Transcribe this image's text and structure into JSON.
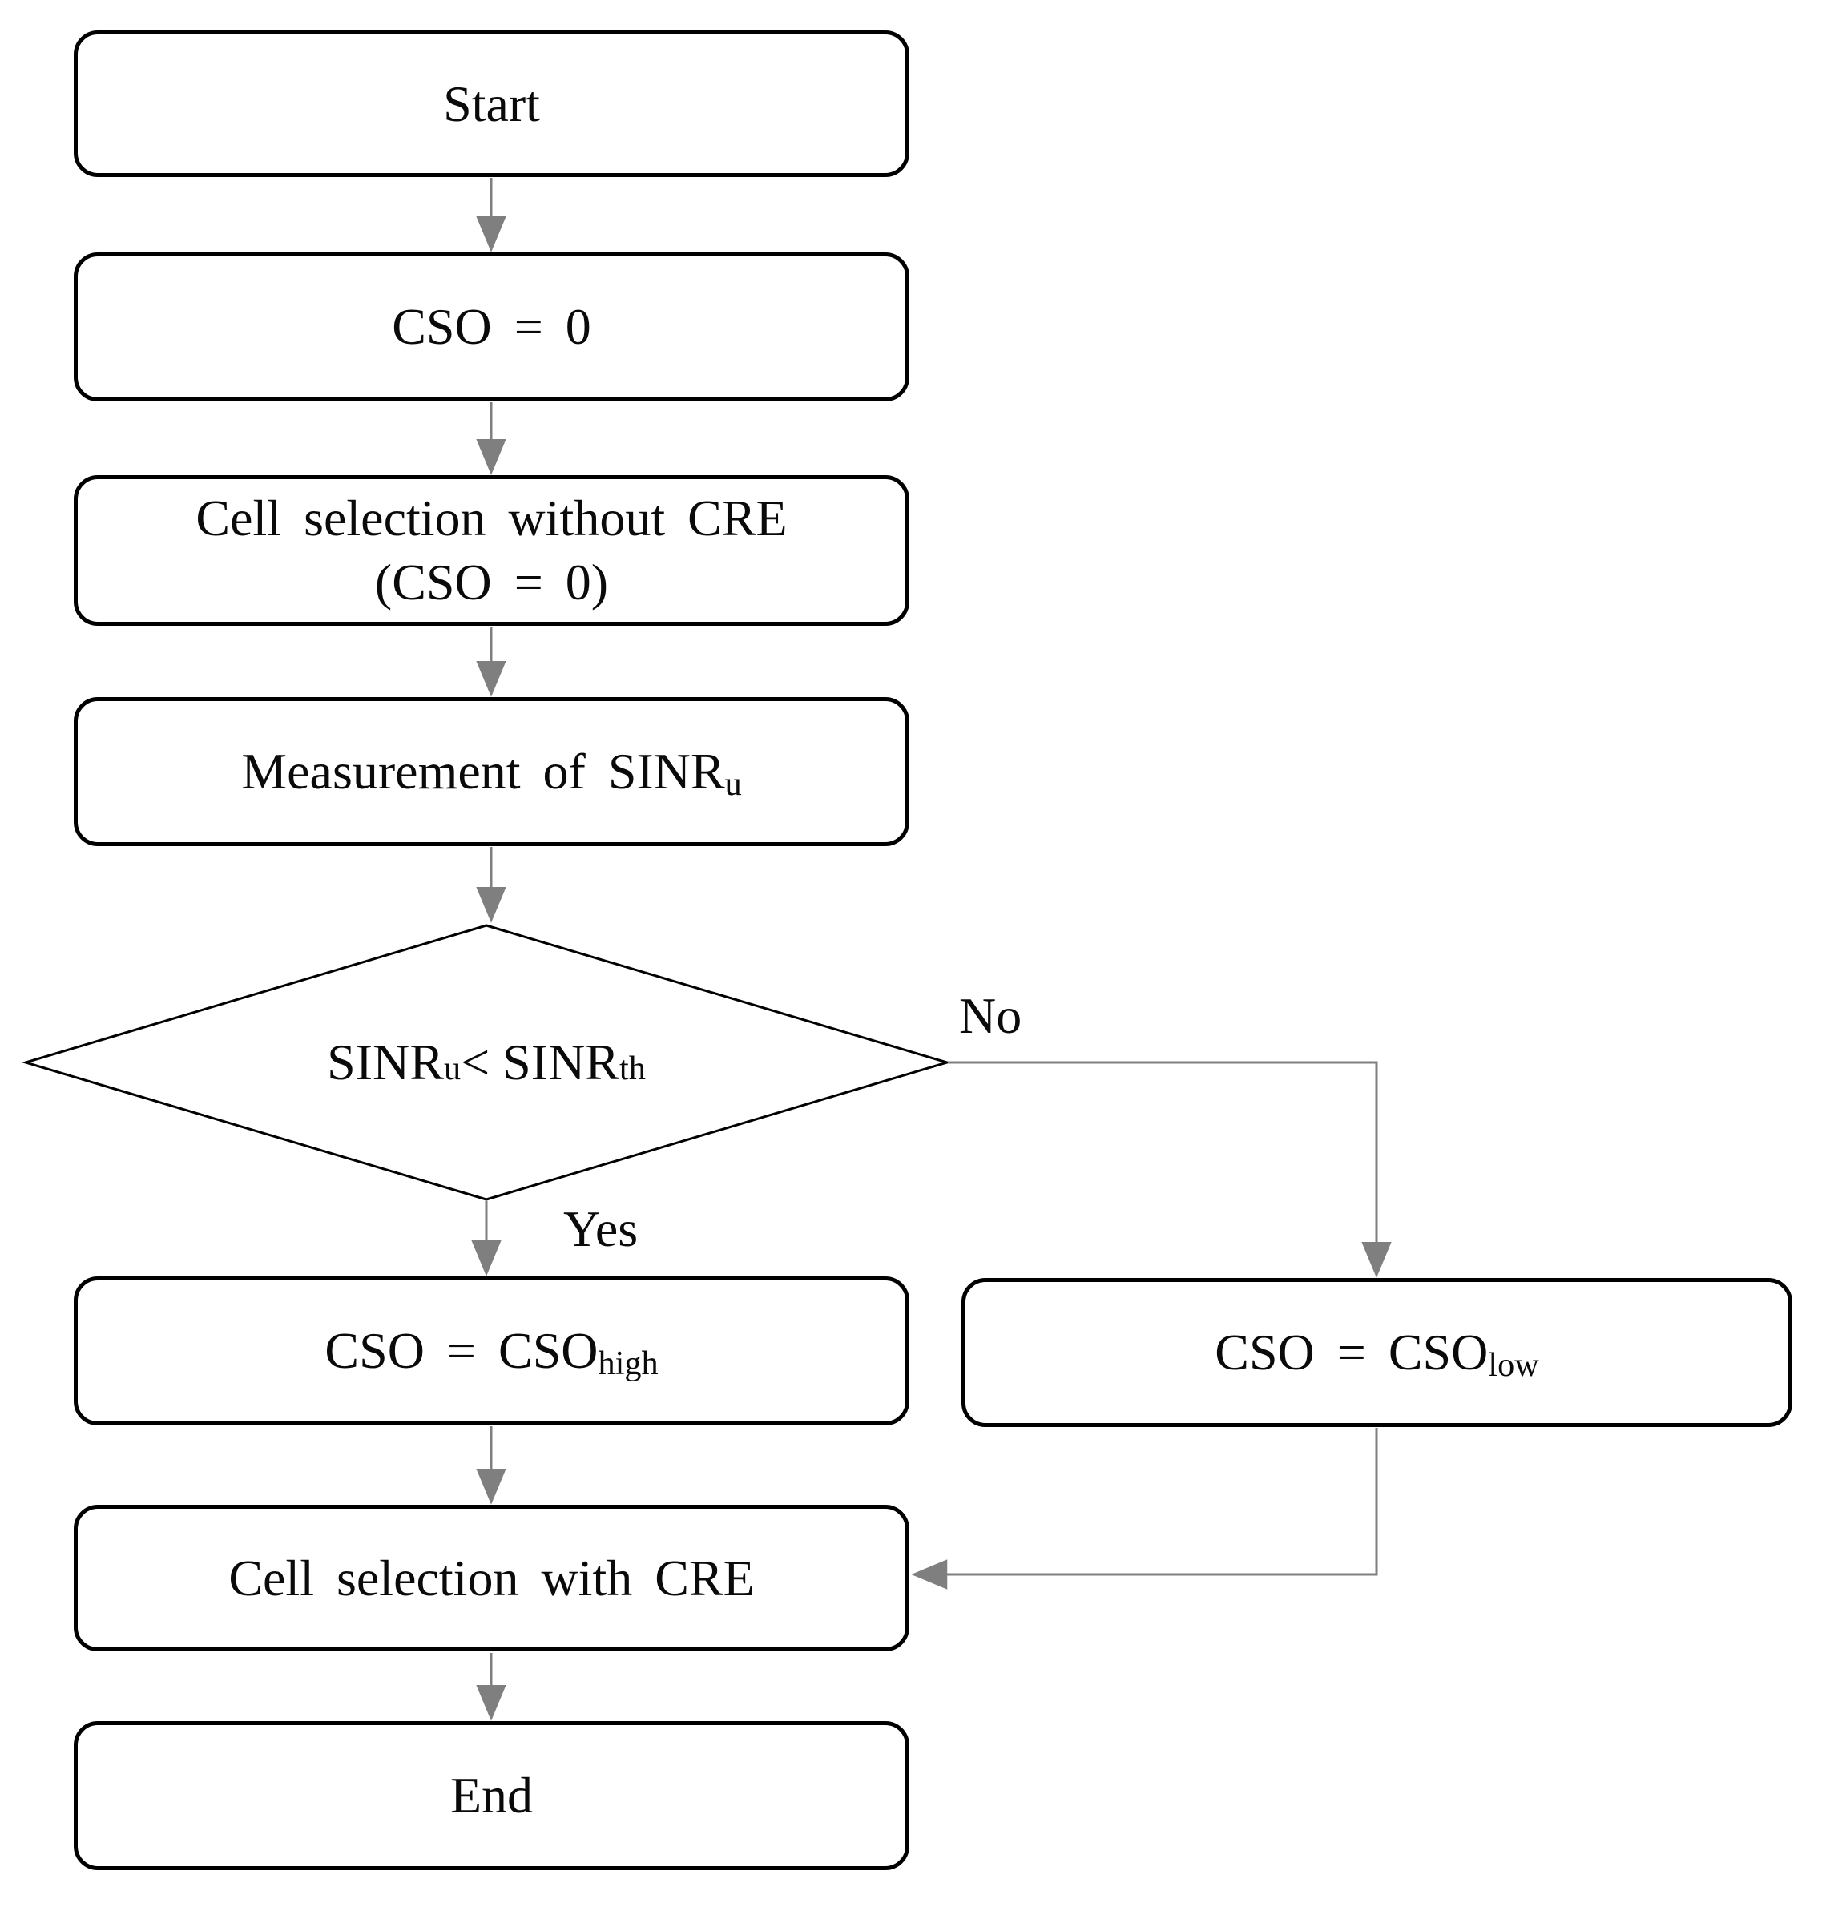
{
  "figure": {
    "type": "flowchart",
    "colors": {
      "box_border": "#000000",
      "arrow": "#7f7f7f",
      "text": "#0a0a0a",
      "background": "#ffffff"
    }
  },
  "nodes": {
    "start": {
      "label": "Start"
    },
    "cso_zero": {
      "label": "CSO = 0"
    },
    "cell_selection_without_cre": {
      "line1": "Cell selection without CRE",
      "line2": "(CSO = 0)"
    },
    "measurement": {
      "text": "Measurement of SINR",
      "sub": "u"
    },
    "decision": {
      "pre": "SINR",
      "sub1": "u",
      "mid": " < SINR",
      "sub2": "th"
    },
    "cso_high": {
      "text": "CSO = CSO",
      "sub": "high"
    },
    "cso_low": {
      "text": "CSO = CSO",
      "sub": "low"
    },
    "cell_selection_with_cre": {
      "label": "Cell selection with CRE"
    },
    "end": {
      "label": "End"
    }
  },
  "edge_labels": {
    "yes": "Yes",
    "no": "No"
  }
}
